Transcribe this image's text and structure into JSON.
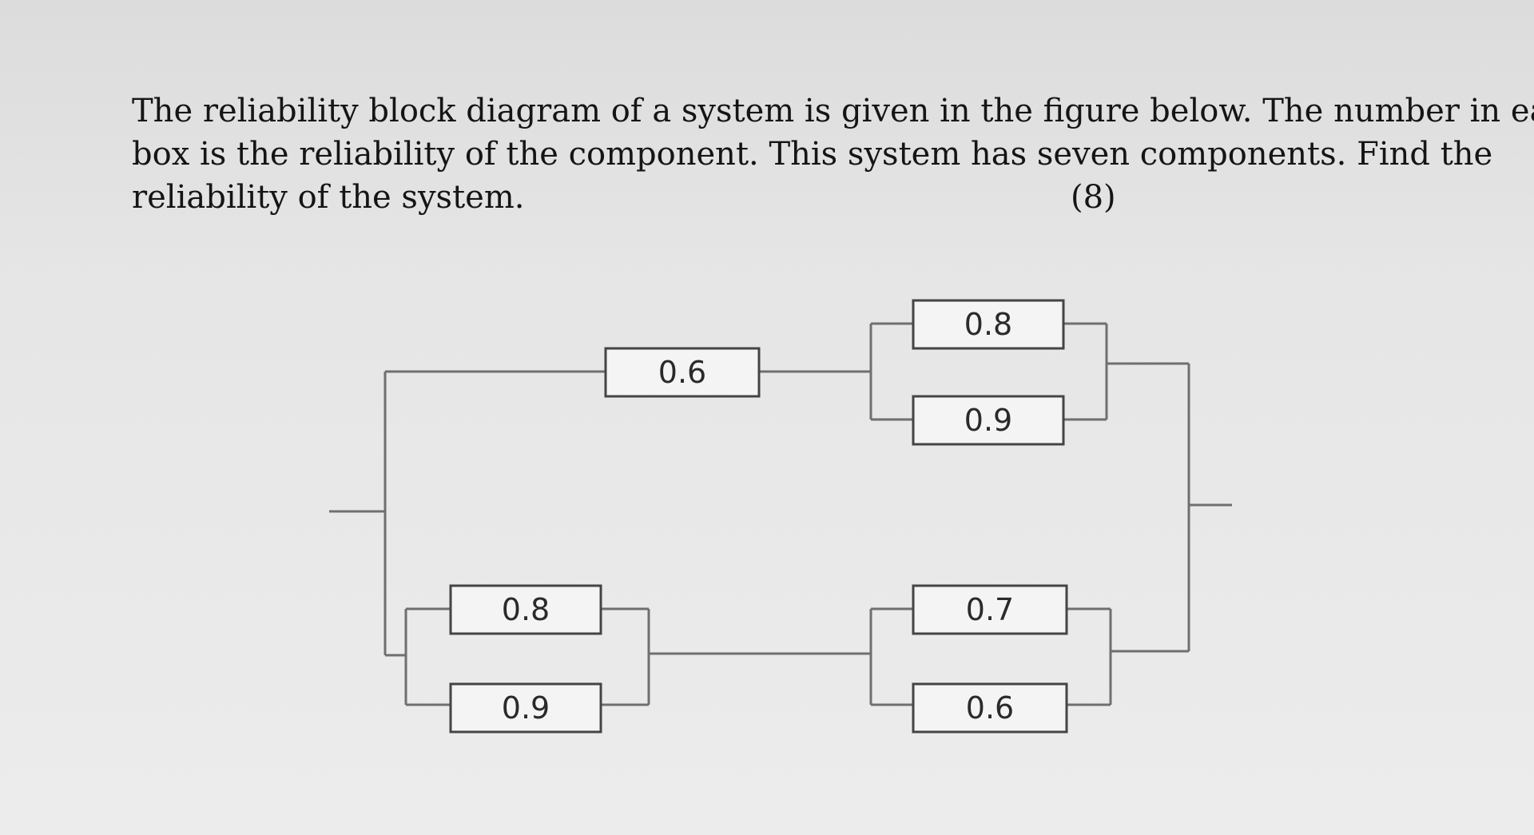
{
  "question": {
    "line1": "The reliability block diagram of a system is given in the figure below. The number in each",
    "line2": "box is the reliability of the component. This system has seven components. Find the",
    "line3": "reliability of the system.",
    "marks": "(8)"
  },
  "diagram": {
    "components": [
      {
        "id": "top-series",
        "reliability": "0.6"
      },
      {
        "id": "top-parallel-1",
        "reliability": "0.8"
      },
      {
        "id": "top-parallel-2",
        "reliability": "0.9"
      },
      {
        "id": "bottom-left-1",
        "reliability": "0.8"
      },
      {
        "id": "bottom-left-2",
        "reliability": "0.9"
      },
      {
        "id": "bottom-right-1",
        "reliability": "0.7"
      },
      {
        "id": "bottom-right-2",
        "reliability": "0.6"
      }
    ]
  },
  "colors": {
    "line": "#6f6f6f",
    "box_border": "#444444",
    "box_fill": "#f4f4f4",
    "text": "#151515"
  }
}
